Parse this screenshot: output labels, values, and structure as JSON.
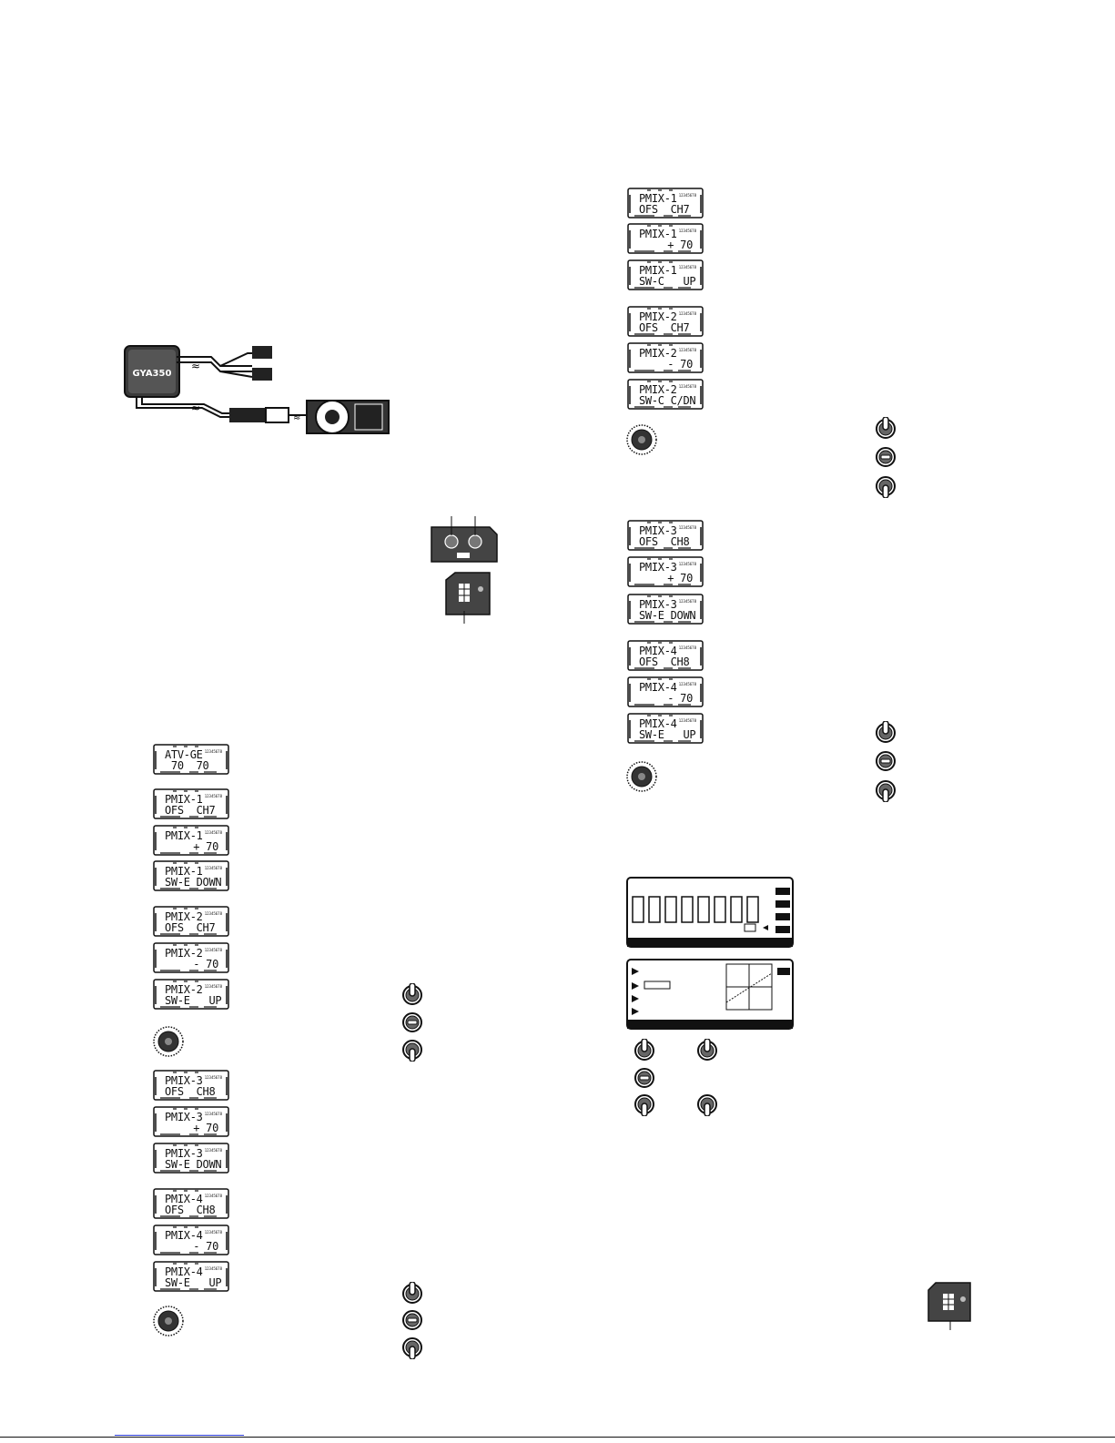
{
  "device": {
    "label": "GYA350"
  },
  "left_screens": [
    {
      "l1": "ATV-GE",
      "l2": " 70  70"
    },
    {
      "l1": "PMIX-1",
      "l2": "OFS  CH7"
    },
    {
      "l1": "PMIX-1",
      "l2": "+ 70"
    },
    {
      "l1": "PMIX-1",
      "l2": "SW-E DOWN"
    },
    {
      "l1": "PMIX-2",
      "l2": "OFS  CH7"
    },
    {
      "l1": "PMIX-2",
      "l2": "- 70"
    },
    {
      "l1": "PMIX-2",
      "l2": "SW-E   UP"
    },
    {
      "l1": "PMIX-3",
      "l2": "OFS  CH8"
    },
    {
      "l1": "PMIX-3",
      "l2": "+ 70"
    },
    {
      "l1": "PMIX-3",
      "l2": "SW-E DOWN"
    },
    {
      "l1": "PMIX-4",
      "l2": "OFS  CH8"
    },
    {
      "l1": "PMIX-4",
      "l2": "- 70"
    },
    {
      "l1": "PMIX-4",
      "l2": "SW-E   UP"
    }
  ],
  "right_screens": [
    {
      "l1": "PMIX-1",
      "l2": "OFS  CH7"
    },
    {
      "l1": "PMIX-1",
      "l2": "+ 70"
    },
    {
      "l1": "PMIX-1",
      "l2": "SW-C   UP"
    },
    {
      "l1": "PMIX-2",
      "l2": "OFS  CH7"
    },
    {
      "l1": "PMIX-2",
      "l2": "- 70"
    },
    {
      "l1": "PMIX-2",
      "l2": "SW-C C/DN"
    },
    {
      "l1": "PMIX-3",
      "l2": "OFS  CH8"
    },
    {
      "l1": "PMIX-3",
      "l2": "+ 70"
    },
    {
      "l1": "PMIX-3",
      "l2": "SW-E DOWN"
    },
    {
      "l1": "PMIX-4",
      "l2": "OFS  CH8"
    },
    {
      "l1": "PMIX-4",
      "l2": "- 70"
    },
    {
      "l1": "PMIX-4",
      "l2": "SW-E   UP"
    }
  ],
  "lcd_channel_digits": "12345678",
  "icons": [
    "toggle-switch-up-icon",
    "toggle-switch-center-icon",
    "toggle-switch-down-icon",
    "rotary-dial-icon",
    "servo-icon",
    "connector-icon",
    "dip-switch-icon",
    "gain-pot-icon"
  ]
}
